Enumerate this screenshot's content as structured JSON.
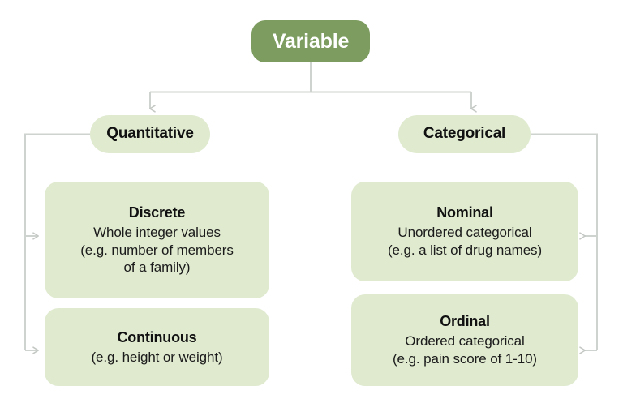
{
  "diagram": {
    "title_node": {
      "label": "Variable"
    },
    "colors": {
      "root_fill": "#7d9c60",
      "node_fill": "#dfeacf",
      "connector": "#c9cdc9",
      "root_text": "#ffffff",
      "node_text": "#111111",
      "background": "#ffffff"
    },
    "levels": {
      "branches": [
        {
          "id": "quantitative",
          "label": "Quantitative"
        },
        {
          "id": "categorical",
          "label": "Categorical"
        }
      ],
      "leaves": [
        {
          "id": "discrete",
          "parent": "quantitative",
          "title": "Discrete",
          "lines": [
            "Whole integer values",
            "(e.g. number of members",
            "of a family)"
          ]
        },
        {
          "id": "continuous",
          "parent": "quantitative",
          "title": "Continuous",
          "lines": [
            "(e.g. height or weight)"
          ]
        },
        {
          "id": "nominal",
          "parent": "categorical",
          "title": "Nominal",
          "lines": [
            "Unordered categorical",
            "(e.g. a list of drug names)"
          ]
        },
        {
          "id": "ordinal",
          "parent": "categorical",
          "title": "Ordinal",
          "lines": [
            "Ordered categorical",
            "(e.g. pain score of 1-10)"
          ]
        }
      ]
    }
  }
}
